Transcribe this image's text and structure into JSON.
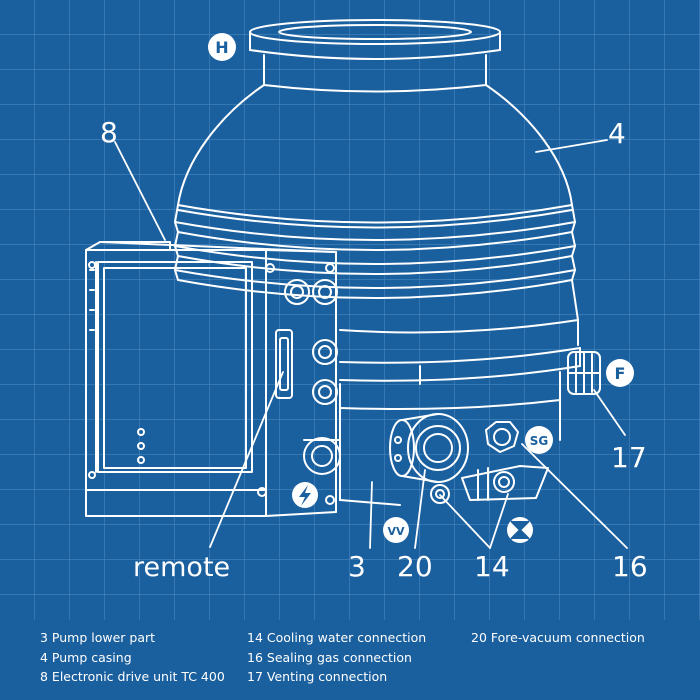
{
  "callouts": {
    "h": "H",
    "f": "F",
    "sg": "SG",
    "vv": "VV",
    "n8": "8",
    "n4": "4",
    "n17": "17",
    "n16": "16",
    "n14": "14",
    "n20": "20",
    "n3": "3",
    "remote": "remote"
  },
  "legend": {
    "col1": [
      "3 Pump lower part",
      "4 Pump casing",
      "8 Electronic drive unit TC 400"
    ],
    "col2": [
      "14 Cooling water connection",
      "16 Sealing gas connection",
      "17 Venting connection"
    ],
    "col3": [
      "20 Fore-vacuum connection"
    ]
  },
  "colors": {
    "background": "#1a5f9e",
    "grid": "#4f8dc4",
    "line": "#ffffff"
  }
}
